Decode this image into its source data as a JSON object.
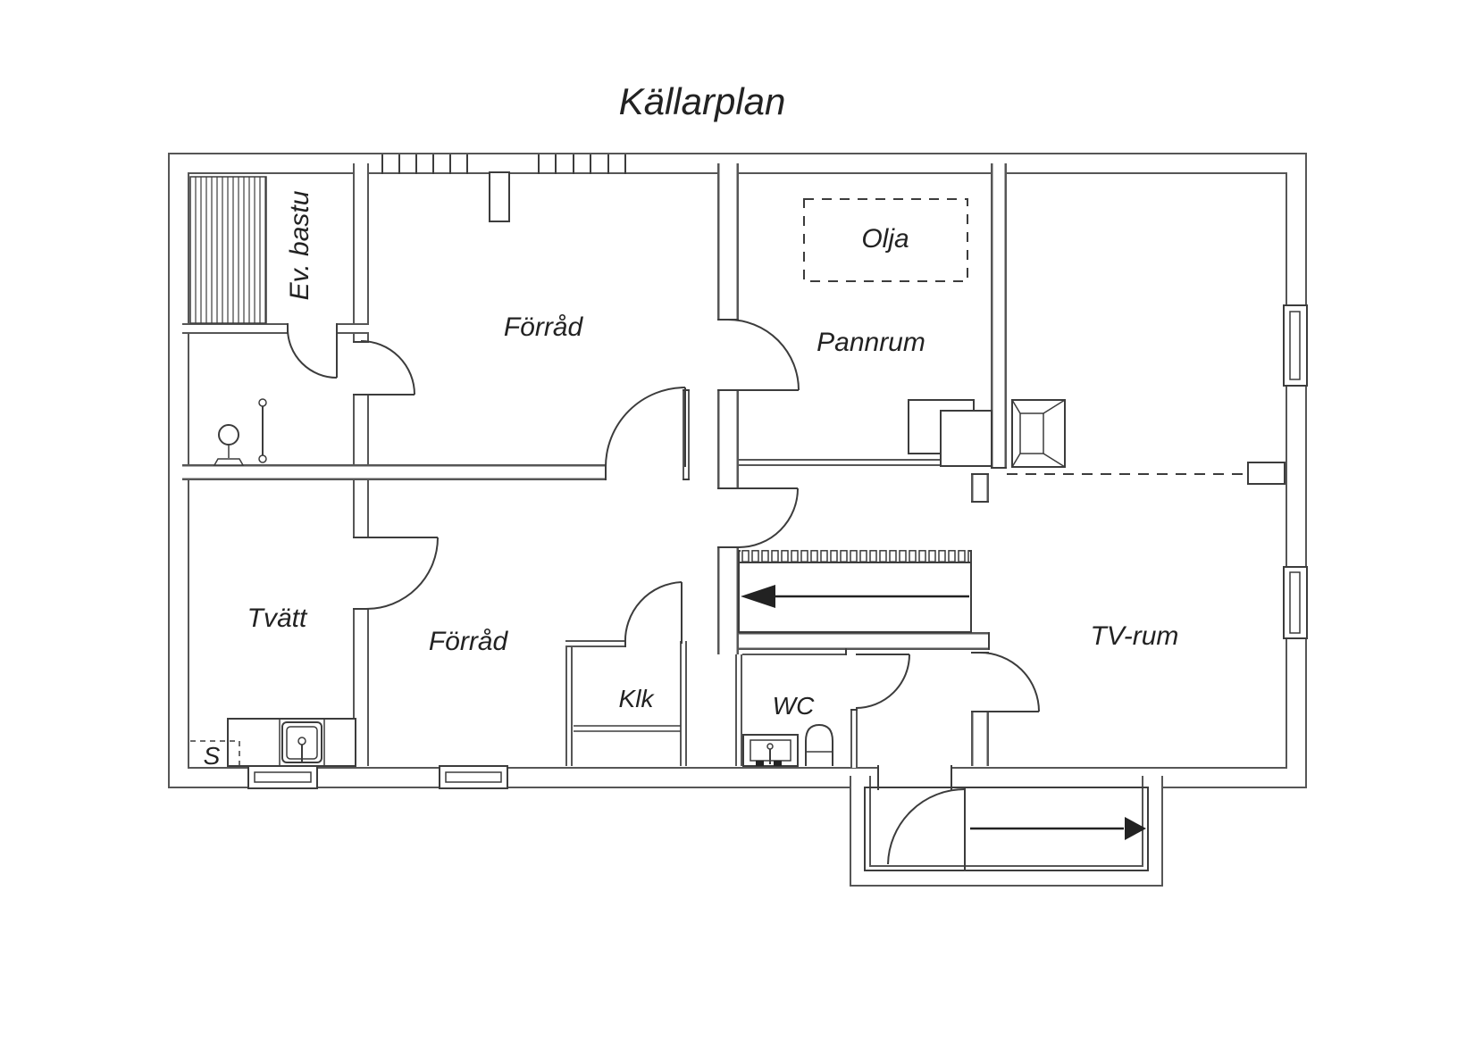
{
  "title": "Källarplan",
  "rooms": {
    "sauna": "Ev. bastu",
    "storage_upper": "Förråd",
    "boiler_room": "Pannrum",
    "oil_tank": "Olja",
    "laundry": "Tvätt",
    "storage_lower": "Förråd",
    "closet": "Klk",
    "wc": "WC",
    "tv_room": "TV-rum",
    "drain_mark": "S"
  },
  "colors": {
    "wall_line": "#565656",
    "detail_line": "#3c3c3c",
    "text": "#222222",
    "background": "#ffffff"
  }
}
